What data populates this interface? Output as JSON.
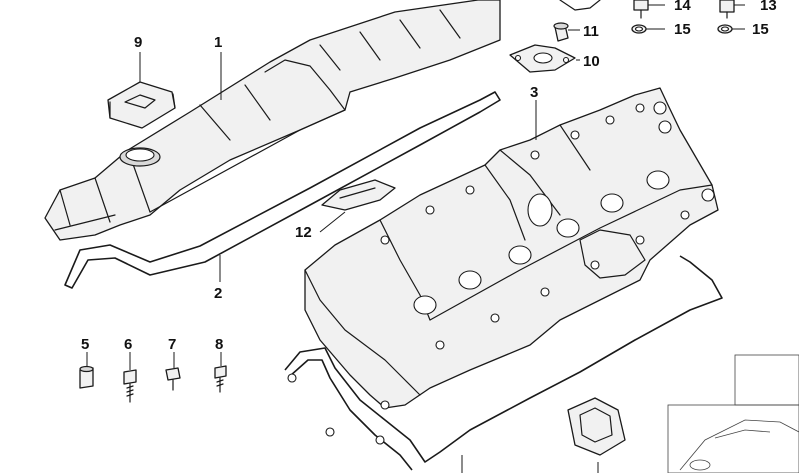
{
  "callouts": [
    {
      "id": "c1",
      "label": "1"
    },
    {
      "id": "c2",
      "label": "2"
    },
    {
      "id": "c3",
      "label": "3"
    },
    {
      "id": "c5",
      "label": "5"
    },
    {
      "id": "c6",
      "label": "6"
    },
    {
      "id": "c7",
      "label": "7"
    },
    {
      "id": "c8",
      "label": "8"
    },
    {
      "id": "c9",
      "label": "9"
    },
    {
      "id": "c10",
      "label": "10"
    },
    {
      "id": "c11",
      "label": "11"
    },
    {
      "id": "c12",
      "label": "12"
    },
    {
      "id": "c13",
      "label": "13"
    },
    {
      "id": "c14",
      "label": "14"
    },
    {
      "id": "c15a",
      "label": "15"
    },
    {
      "id": "c15b",
      "label": "15"
    }
  ]
}
